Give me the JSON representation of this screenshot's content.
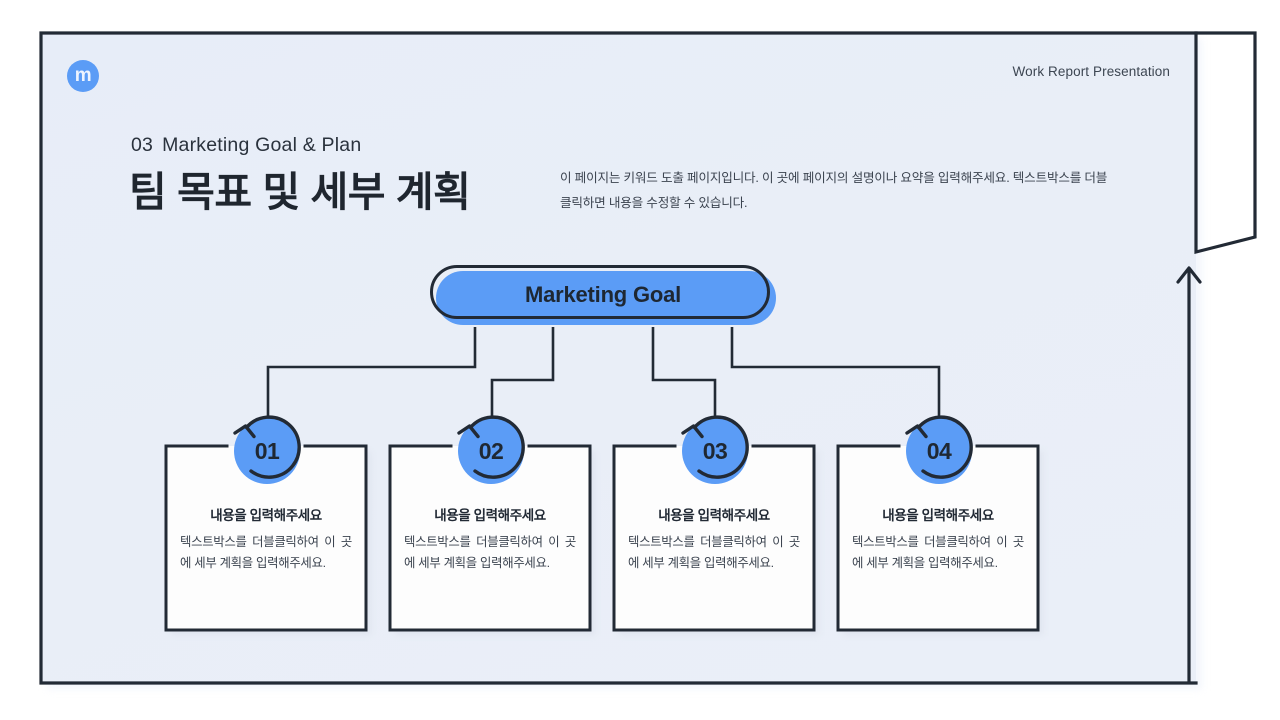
{
  "slide": {
    "logo_letter": "m",
    "header_right": "Work Report Presentation",
    "kicker_number": "03",
    "kicker_text": "Marketing Goal & Plan",
    "title": "팀 목표 및 세부 계획",
    "description": "이 페이지는 키워드 도출 페이지입니다. 이 곳에 페이지의 설명이나 요약을 입력해주세요. 텍스트박스를 더블클릭하면 내용을 수정할 수 있습니다.",
    "center_node": "Marketing Goal"
  },
  "colors": {
    "accent_blue": "#5b9cf6",
    "ink": "#222a35",
    "slide_bg": "#e8eef7",
    "card_bg": "#fdfdfd",
    "page_bg": "#ffffff"
  },
  "cards": [
    {
      "number": "01",
      "heading": "내용을 입력해주세요",
      "body": "텍스트박스를 더블클릭하여 이 곳에 세부 계획을 입력해주세요."
    },
    {
      "number": "02",
      "heading": "내용을 입력해주세요",
      "body": "텍스트박스를 더블클릭하여 이 곳에 세부 계획을 입력해주세요."
    },
    {
      "number": "03",
      "heading": "내용을 입력해주세요",
      "body": "텍스트박스를 더블클릭하여 이 곳에 세부 계획을 입력해주세요."
    },
    {
      "number": "04",
      "heading": "내용을 입력해주세요",
      "body": "텍스트박스를 더블클릭하여 이 곳에 세부 계획을 입력해주세요."
    }
  ]
}
